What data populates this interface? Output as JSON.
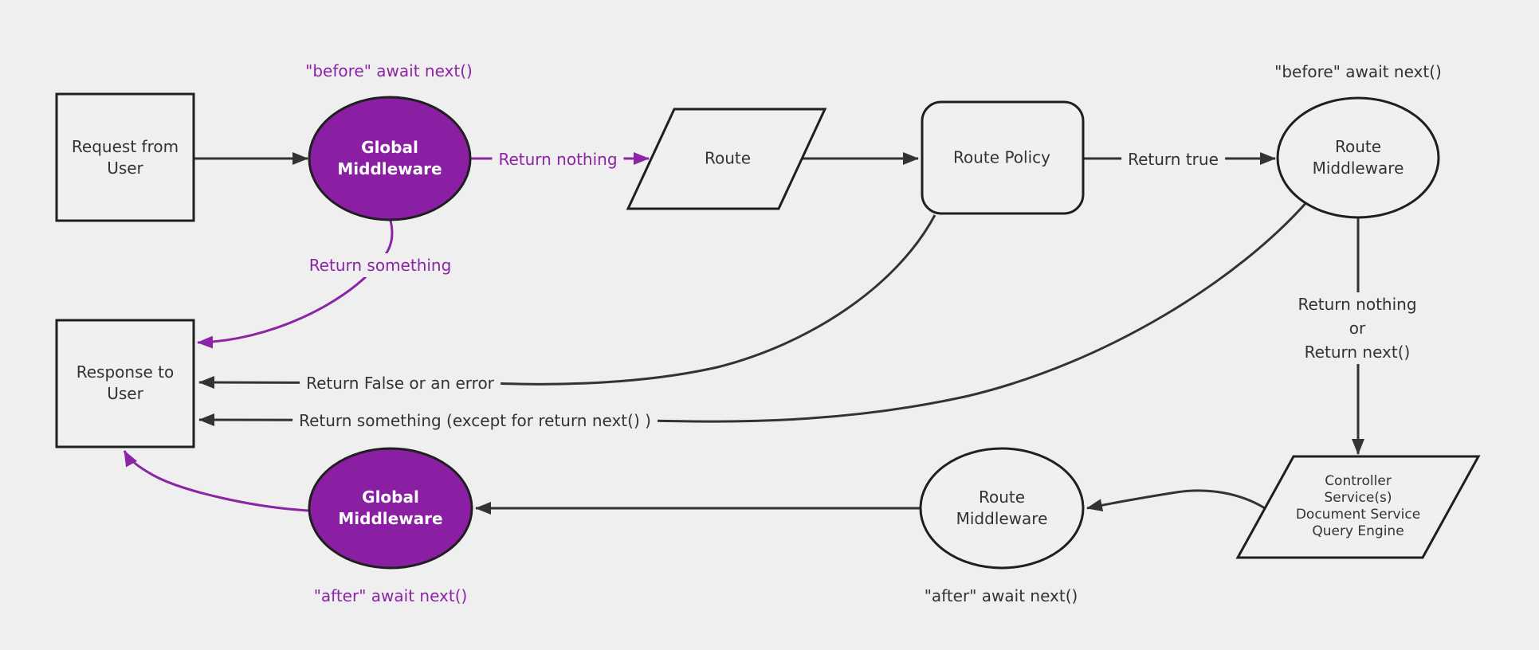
{
  "diagram_title": "Strapi-style request / middleware flow diagram",
  "colors": {
    "background": "#efefef",
    "node_fill": "#f0f0f0",
    "node_border": "#1f1f1f",
    "edge_dark": "#333333",
    "purple_fill": "#8a1fa4",
    "purple_accent": "#8c24a6",
    "text_dark": "#333333",
    "text_on_purple": "#ffffff"
  },
  "nodes": {
    "request": {
      "lines": [
        "Request from",
        "User"
      ]
    },
    "global_middleware_top": {
      "lines": [
        "Global",
        "Middleware"
      ]
    },
    "route": {
      "label": "Route"
    },
    "route_policy": {
      "label": "Route Policy"
    },
    "route_middleware_top": {
      "lines": [
        "Route",
        "Middleware"
      ]
    },
    "controller": {
      "lines": [
        "Controller",
        "Service(s)",
        "Document Service",
        "Query Engine"
      ]
    },
    "route_middleware_bottom": {
      "lines": [
        "Route",
        "Middleware"
      ]
    },
    "global_middleware_bottom": {
      "lines": [
        "Global",
        "Middleware"
      ]
    },
    "response": {
      "lines": [
        "Response to",
        "User"
      ]
    }
  },
  "edge_labels": {
    "before_await_top_left": "\"before\" await next()",
    "return_nothing": "Return nothing",
    "return_true": "Return true",
    "before_await_top_right": "\"before\" await next()",
    "return_nothing_or": {
      "lines": [
        "Return nothing",
        "or",
        "Return next()"
      ]
    },
    "return_something": "Return something",
    "return_false_error": "Return False or an error",
    "return_something_except": "Return something (except for return next() )",
    "after_await_bottom_middle": "\"after\" await next()",
    "after_await_bottom_left": "\"after\" await next()"
  }
}
